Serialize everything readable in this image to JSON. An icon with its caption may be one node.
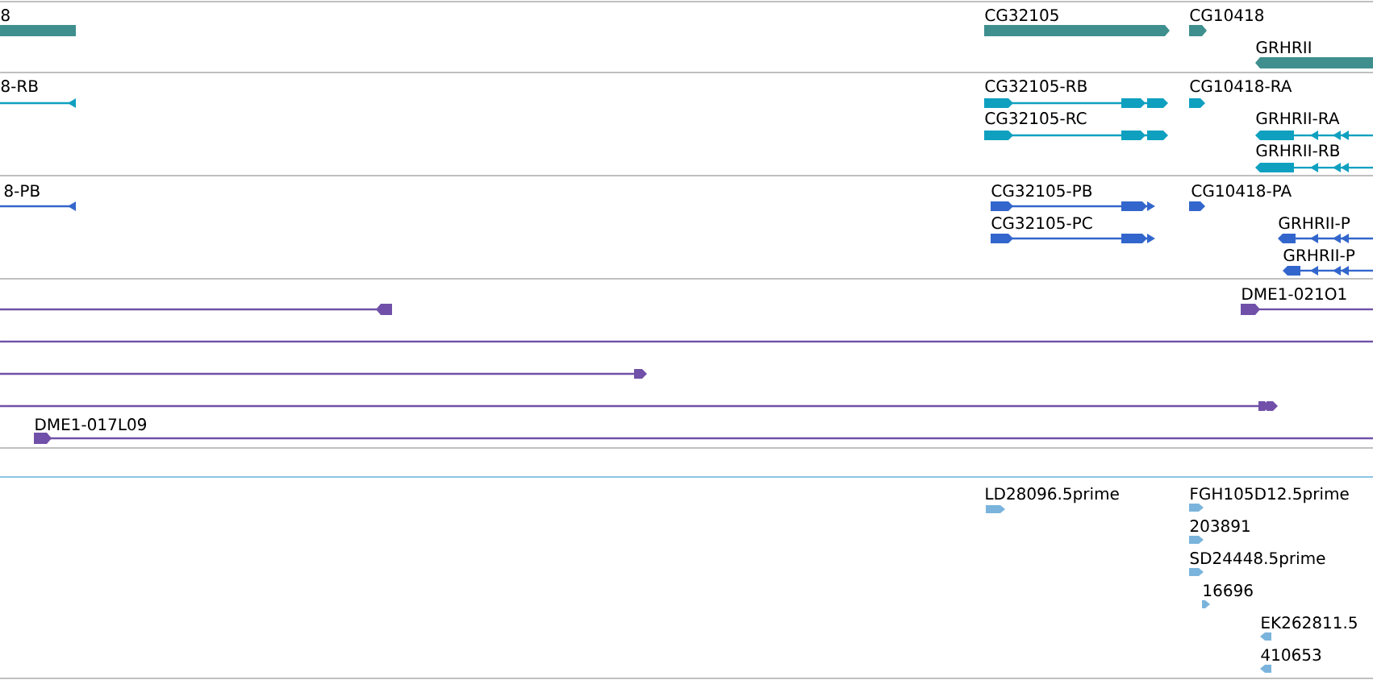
{
  "diagram": {
    "labels": [
      "8",
      "CG32105",
      "CG10418",
      "GRHRII",
      "8-RB",
      "CG32105-RB",
      "CG10418-RA",
      "CG32105-RC",
      "GRHRII-RA",
      "GRHRII-RB",
      "8-PB",
      "CG32105-PB",
      "CG10418-PA",
      "CG32105-PC",
      "GRHRII-P",
      "GRHRII-P",
      "DME1-021O1",
      "DME1-017L09",
      "LD28096.5prime",
      "FGH105D12.5prime",
      "203891",
      "SD24448.5prime",
      "16696",
      "EK262811.5",
      "410653"
    ]
  }
}
